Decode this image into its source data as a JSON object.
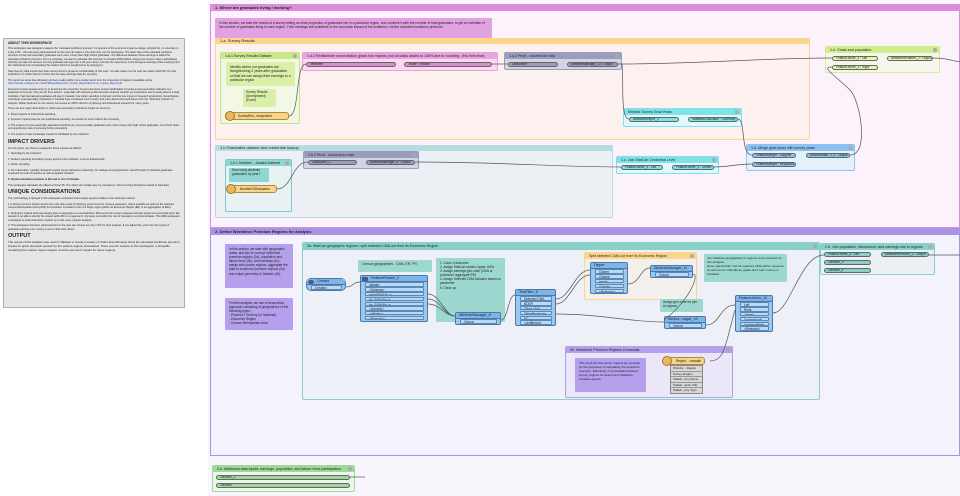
{
  "about": {
    "title": "ABOUT THIS WORKSPACE",
    "paragraphs": [
      "This workspace was designed measure the \"educated workforce premium\" component of the economic impact a college, polytechnic, or university in a city in BC - this has been parameterized so the user can select a city when they run the workspace. The basic idea of the educated workforce premium is that post-secondary graduates earn more money than high school graduates - the difference between these earnings is called the educated workforce premium. For our purposes, we want to calculate this premium in constant 2006 dollars, using a net present value methodology whereby we take into account not only graduate earnings over a 40 year career, but also the opportunity costs (foregone earnings while studying) and the institutional cost of educating the student (which is usually borne by taxpayers).",
      "Note that any data inputs have been anonymized to preserve confidentiality of this work. I've also made it so the user can select which BC city their institution is in (within the list of cities that we have earnings data for, anyway).",
      "The report we wrote has ultimately not been made public, but a similar report from the University of Calgary is available online:",
      "Economic impact assessments try to determine the proportion of gross domestic product attributable to having a post-secondary institution in a particular community. They are far from perfect - especially with assuming that domestic students wouldn't go somewhere else to study absent a local institution, that international graduates will stay in Canada, how visitor spending is derived, and the true impact of research productivity. Nevertheless, most large post-secondary institutions in Canada have conducted such a study, and many derive their techniques from the \"Sudmant method\" of analysis. Walter Sudmant is now retired, but served as UBC's director of planning and institutional research for many years.",
      "There are four major dimensions in which post-secondary institutions impact an economy:",
      "1. Direct impacts of institutional spending.",
      "2. Dynamic impacts that are non-institutional spending, but would not occur without the university.",
      "3. The impact of a post-secondary educated workforce (ie: post-secondary graduates earn more money than high school graduates, net of both direct and opportunity costs of pursuing further education).",
      "4. The impact of new knowledge created or facilitated by the institution."
    ],
    "link": "https://people.ucalgary.ca/~cwells/Tableau/Economic_Impact_Report/Economic_Impact_Report.pdf",
    "drivers_title": "IMPACT DRIVERS",
    "drivers": [
      "For this report, we chose to categorize these impacts as follows:",
      "1. Spending by the institution.",
      "2. Student spending (excluding money spent by the institution, such as financial aid).",
      "3. Visitor spending.",
      "4. For universities, typically: Research impact using total factor productivity; for colleges and polytechnics: spinoff impact of institution graduates employed by local companies as well as applied research.",
      "5. Alumni education premium in BC and in rest of Canada.",
      "This workspace calculates the effects of driver #5. The others are trivially easy by comparison, often involving heuristics instead of hard data."
    ],
    "unique_title": "UNIQUE CONSIDERATIONS",
    "unique": [
      "The methodology employed in this workspace contained a few unique aspects relative to the Sudmant method:",
      "1.In these economic impact reports are most often used for lobbying government for campus expansion, where possible we split out the selected Census Metropolitan Area (CMA) the institution is located in from it's larger region (either an Economic Region (ER) or an aggregation of ERs).",
      "2. Sudmant's original work was largely done in aggregate on a spreadsheet. Most economic impact analyses estimate impact at a provincial level. We wanted to be able to identify the impact within BC on a regional or city basis, and within the rest of Canada on a provincial basis. This FME workspace is designed to scale Sudmant's method up to this more complex analysis.",
      "3. This workspace has been parameterized so the user can choose any city in BC for their analysis. If you adjust this, you'll see the impact of graduates earning more money in some cities than others."
    ],
    "output_title": "OUTPUT",
    "output": "The output of this analysis was used in Tableau to create a variety of charts that ultimately show the educated workforce premium impact on gross domestic product by the various regions showcased. There are two outputs of this workspace: a shapefile containing the custom region shapes, and the economic impact for those regions."
  },
  "b1": {
    "title": "1.  Where are graduates living / working?",
    "note": "In this section,  we take the results of a survey telling us what proportion of graduates live in a particular region, and combine it with the number of total graduates, to get an estimate of the number of graduates living in each region.  Their earnings will contribute to the economic impact of the institution,  via the educated workforce premium.",
    "a": {
      "title": "1.a. Survey Results",
      "a1": {
        "title": "1.a.1 Survey Results Dataset",
        "note": "Identify where our graduates are living/working 2 years after graduation so that we can assign their earnings to a particular region",
        "note2": "Survey Results (Anonymized) (Excel)",
        "reader": "SurveyRes...nonymized"
      },
      "a2": {
        "title": "1.a.2 Redistribute reconciliation grads into regions (not all totals added to 100% due to rounding - this fixes that)",
        "in": "TestFilter",
        "out": "Tester : Passed"
      },
      "a3": {
        "title": "1.a.3 Pivot - columns to rows",
        "in": "ListBuilder",
        "out": "AttributeManager_13 : Output"
      },
      "mm": {
        "title": "MinMax Survey Grad Years",
        "in": "AttributeKeeper_3",
        "out": "StatisticsCalculator : Summary"
      }
    },
    "b": {
      "title": "1.b Graduates dataset and credential lookup",
      "b1": {
        "title": "1.b.1  Number ...duates Dataset",
        "note": "How many students graduated, by year?",
        "reader": "NumberOfGraduates"
      },
      "b2": {
        "title": "1.b.2 Pivot - columns to rows",
        "in": "ListBuilder_2",
        "out": "AttributeManager_6 : Output"
      }
    },
    "c": {
      "title": "1.c.  Join StatCan Credential Level",
      "in": "FeatureJoiner_4 : Left",
      "out": "FeatureJoiner_4 : Joined"
    },
    "d": {
      "title": "1.d.  Merge grad years with survey years",
      "in1": "FeatureMerger : Supplier",
      "in2": "FeatureMerger : Requestor",
      "out": "AttributeMan...r_4 : Output"
    },
    "e": {
      "title": "1.e.  Grads and population",
      "in1": "FeatureJoiner_3 : Left",
      "in2": "FeatureJoiner_3 : Right",
      "out": "AttributeRenamer_2 : Output"
    }
  },
  "b2": {
    "title": "2.  Define Workforce Premium Regions for Analysis",
    "note1": "In this section, we start with geographic areas, and join to: survey/ workforce premium regions (2a), population and labour force (2b), and earnings (2c),  merge with survey regions,  aggregate the data to workforce premium regions (2d) and output geometry to Tableau (2e).",
    "note2": "For this analysis, we use a hierarchical approach consisting of geographies of the following types:\n- Province / Territory (or National)\n- Economic Region\n- Census Metropolitan Area",
    "a": {
      "title": "2a.  StatCan geographic regions / split selected CMA out from its Economic Region",
      "census_note": "Census geographies - CMA, ER,  PR",
      "union_note": "1. Union 3 data sets\n2. Assign StatCan names, types, UIDs\n3. Assign earnings geo code (CMA or provincial, aggregate ER)\n4. Assign Selected CMA indicator based on parameter\n5. Clean up",
      "creator": {
        "name": "Creator",
        "ports": [
          "Created"
        ]
      },
      "reader": {
        "name": "FeatureReader_2",
        "ports": [
          "Initiator",
          "<Schema>",
          "lcma000b16g_e",
          "ler_000b16g_e",
          "lpr_000b16g_e",
          "<Generic>",
          "<Initiator>",
          "<Rejected>"
        ]
      },
      "am8": {
        "name": "AttributeManager_8",
        "ports": [
          "Output"
        ]
      },
      "tf5": {
        "name": "TestFilter_5",
        "ports": [
          "Selected CMA",
          "BCER",
          "Other CMA",
          "OtherProvinces",
          "BC",
          "<Unfiltered>"
        ]
      },
      "split": {
        "title": "Split selected CMA out from its Economic Region",
        "dipper": {
          "name": "Dipper",
          "ports": [
            "Clipper",
            "Clippee",
            "Inside",
            "Outside",
            "<Rejected>"
          ]
        },
        "am11": {
          "name": "AttributeManager_11",
          "ports": [
            "Output"
          ]
        }
      },
      "geo_note": "Assign geo code for join to regions",
      "am10": {
        "name": "Attribut...nager_10",
        "ports": [
          "Output"
        ]
      },
      "join_note": "Join StatCan geographies to regions to be included for this analysis.\nNote: placeholder row for selected CMA will be unjoined as will row for USA (these grads don't earn money in Canada)",
      "fj10": {
        "name": "FeatureJoiner_10",
        "ports": [
          "Left",
          "Right",
          "Joined",
          "UnjoinedLeft",
          "UnjoinedRight",
          "<Rejected>"
        ]
      }
    },
    "e": {
      "title": "2e.  Workforce Premium Regions Crosswalk",
      "note": "This input file lists which regions we consider for the purposes of calculating the workforce premium. Effectively, it crosswalks between survey regions for alumni and Statistics Canada regions",
      "reader": "Region....osswalk",
      "attrs": [
        "Workfor... Region",
        "Survey Region",
        "Statisti...phy Name",
        "Statisti...aphy UID",
        "Statisti...phy Type"
      ]
    },
    "d": {
      "title": "2.d.  Join population,  labourforce,  and earnings into to regions",
      "in": [
        "FeatureJoiner_6 : Left",
        "Junction_5",
        "Junction_4"
      ],
      "out": "AttributeRemover_2 : Output"
    }
  },
  "b3": {
    "title": "2.b.  Additional data inputs: earnings,  population,  and labour force participation",
    "ports": [
      "Junction_2",
      "Junction"
    ]
  },
  "colors": {
    "bookmark1": "#d98ed9",
    "bookmark2": "#a994e4",
    "survey": "#fcd68a",
    "lookup": "#b7dce0",
    "cyan": "#7ee2ea",
    "blue": "#8cc2f2",
    "lime": "#d2ee8a",
    "pivot": "#9c9cbc",
    "green": "#9ed89a"
  }
}
